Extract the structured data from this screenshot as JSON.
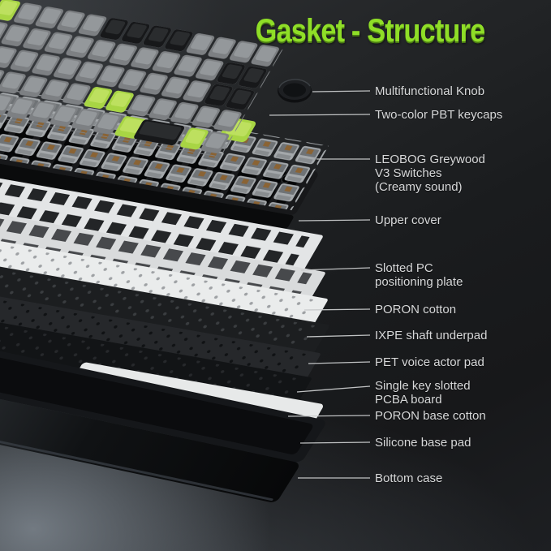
{
  "title": "Gasket - Structure",
  "labels": [
    {
      "id": "multifunctional-knob",
      "lines": [
        "Multifunctional Knob"
      ]
    },
    {
      "id": "pbt-keycaps",
      "lines": [
        "Two-color PBT keycaps"
      ]
    },
    {
      "id": "switches",
      "lines": [
        "LEOBOG Greywood",
        "V3 Switches",
        "(Creamy sound)"
      ]
    },
    {
      "id": "upper-cover",
      "lines": [
        "Upper cover"
      ]
    },
    {
      "id": "positioning-plate",
      "lines": [
        "Slotted PC",
        "positioning plate"
      ]
    },
    {
      "id": "poron-cotton",
      "lines": [
        "PORON cotton"
      ]
    },
    {
      "id": "ixpe-underpad",
      "lines": [
        "IXPE shaft underpad"
      ]
    },
    {
      "id": "pet-pad",
      "lines": [
        "PET voice actor pad"
      ]
    },
    {
      "id": "pcba-board",
      "lines": [
        "Single key slotted",
        "PCBA board"
      ]
    },
    {
      "id": "poron-base",
      "lines": [
        "PORON base cotton"
      ]
    },
    {
      "id": "silicone-pad",
      "lines": [
        "Silicone base pad"
      ]
    },
    {
      "id": "bottom-case",
      "lines": [
        "Bottom case"
      ]
    }
  ],
  "colors": {
    "title_green": "#8FDE27",
    "title_shadow_green": "#4A7A14",
    "label_text": "#D7D8D9",
    "leader_line": "#C9CBCC",
    "keycap_grey": "#94989B",
    "keycap_black": "#17181A",
    "keycap_green": "#A8D544",
    "switch_grey": "#A4A8AB",
    "switch_brown": "#8A6334",
    "plate_white": "#E3E5E6",
    "poron_white": "#D9DBDC",
    "ixpe_white": "#EAECEC",
    "pet_black": "#1C1E20",
    "pcba_dark": "#26282B",
    "silicone_white": "#E7E9E9",
    "case_black": "#0B0C0E",
    "background_light_corner": "#5A6167"
  }
}
